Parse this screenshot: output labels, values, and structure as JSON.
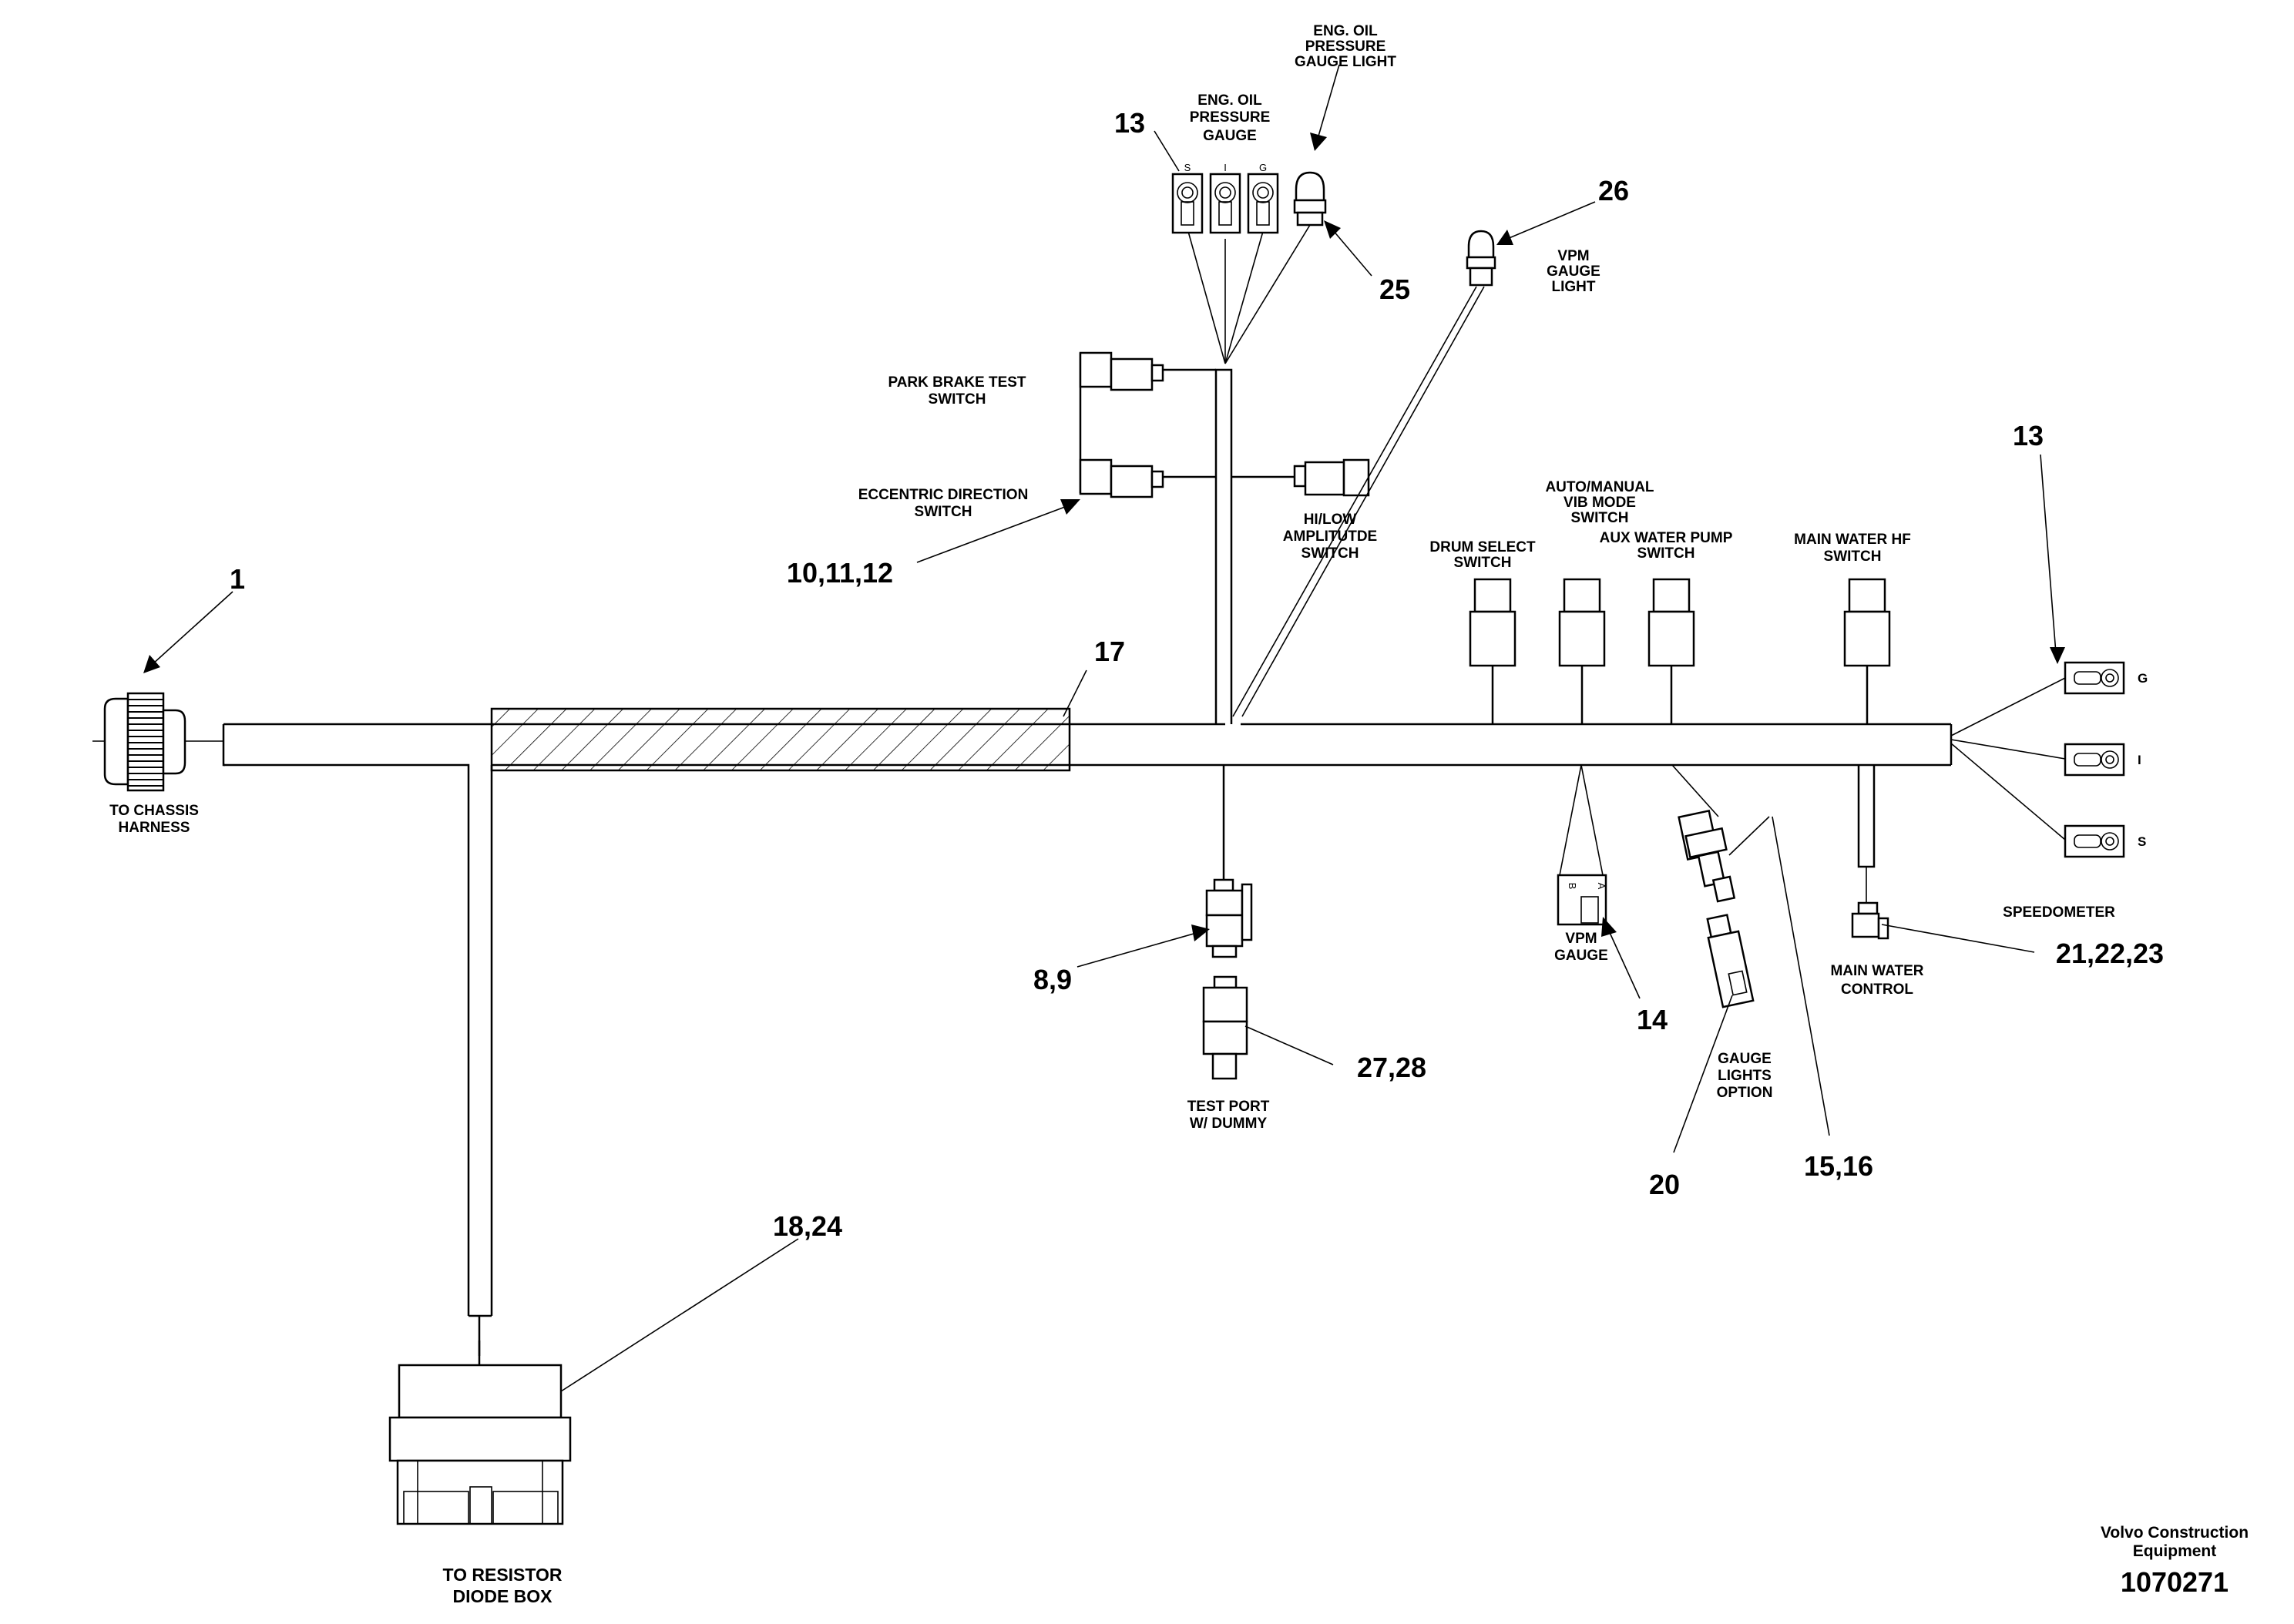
{
  "labels": {
    "to_chassis_harness": [
      "TO CHASSIS",
      "HARNESS"
    ],
    "to_resistor_diode_box": [
      "TO RESISTOR",
      "DIODE BOX"
    ],
    "eng_oil_pressure_gauge": [
      "ENG. OIL",
      "PRESSURE",
      "GAUGE"
    ],
    "eng_oil_pressure_gauge_light": [
      "ENG. OIL",
      "PRESSURE",
      "GAUGE LIGHT"
    ],
    "vpm_gauge_light": [
      "VPM",
      "GAUGE",
      "LIGHT"
    ],
    "park_brake_test_switch": [
      "PARK BRAKE TEST",
      "SWITCH"
    ],
    "eccentric_direction_switch": [
      "ECCENTRIC DIRECTION",
      "SWITCH"
    ],
    "hi_low_amplitude_switch": [
      "HI/LOW",
      "AMPLITUTDE",
      "SWITCH"
    ],
    "auto_manual_vib_mode_switch": [
      "AUTO/MANUAL",
      "VIB MODE",
      "SWITCH"
    ],
    "drum_select_switch": [
      "DRUM SELECT",
      "SWITCH"
    ],
    "aux_water_pump_switch": [
      "AUX WATER PUMP",
      "SWITCH"
    ],
    "main_water_hf_switch": [
      "MAIN WATER HF",
      "SWITCH"
    ],
    "speedometer": [
      "SPEEDOMETER"
    ],
    "vpm_gauge": [
      "VPM",
      "GAUGE"
    ],
    "main_water_control": [
      "MAIN WATER",
      "CONTROL"
    ],
    "gauge_lights_option": [
      "GAUGE",
      "LIGHTS",
      "OPTION"
    ],
    "test_port_w_dummy": [
      "TEST PORT",
      "W/ DUMMY"
    ]
  },
  "pin_labels": {
    "gauge_pins": [
      "S",
      "I",
      "G"
    ],
    "speedometer_pins": [
      "G",
      "I",
      "S"
    ],
    "vpm_pins": [
      "B",
      "A"
    ]
  },
  "callouts": {
    "c1": "1",
    "c13_top": "13",
    "c13_right": "13",
    "c25": "25",
    "c26": "26",
    "c10_11_12": "10,11,12",
    "c17": "17",
    "c8_9": "8,9",
    "c27_28": "27,28",
    "c14": "14",
    "c20": "20",
    "c15_16": "15,16",
    "c21_22_23": "21,22,23",
    "c18_24": "18,24"
  },
  "title_block": {
    "company": [
      "Volvo Construction",
      "Equipment"
    ],
    "drawing_number": "1070271"
  }
}
